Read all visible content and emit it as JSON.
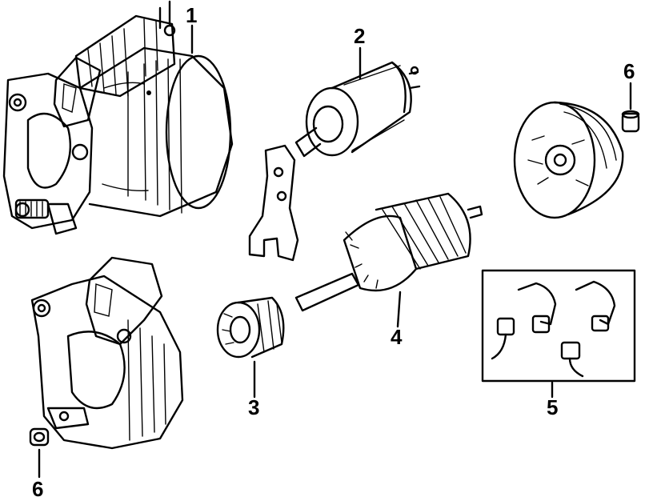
{
  "callouts": {
    "c1": "1",
    "c2": "2",
    "c3": "3",
    "c4": "4",
    "c5": "5",
    "c6a": "6",
    "c6b": "6"
  },
  "colors": {
    "ink": "#000000",
    "paper": "#ffffff"
  }
}
